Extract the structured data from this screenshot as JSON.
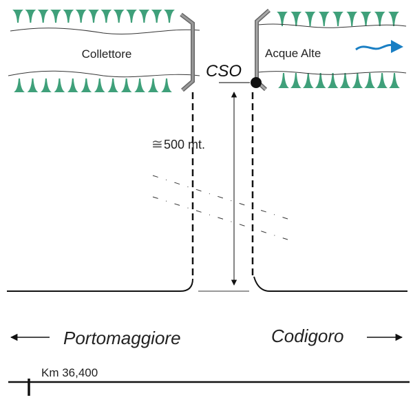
{
  "labels": {
    "collector": "Collettore",
    "high_waters": "Acque Alte",
    "cso": "CSO",
    "distance": "500 mt.",
    "approx_symbol": "≅",
    "left_town": "Portomaggiore",
    "right_town": "Codigoro",
    "km_marker": "Km 36,400"
  },
  "colors": {
    "vegetation": "#3fa07a",
    "wall": "#808080",
    "flow_arrow": "#1a7fc4",
    "line": "#111111"
  }
}
